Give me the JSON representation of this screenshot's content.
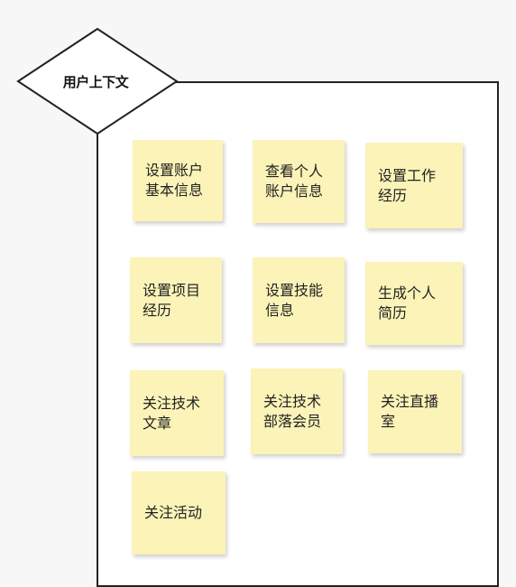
{
  "context": {
    "label": "用户上下文"
  },
  "notes": [
    {
      "text": "设置账户\n基本信息"
    },
    {
      "text": "查看个人\n账户信息"
    },
    {
      "text": "设置工作\n经历"
    },
    {
      "text": "设置项目\n经历"
    },
    {
      "text": "设置技能\n信息"
    },
    {
      "text": "生成个人\n简历"
    },
    {
      "text": "关注技术\n文章"
    },
    {
      "text": "关注技术\n部落会员"
    },
    {
      "text": "关注直播\n室"
    },
    {
      "text": "关注活动"
    }
  ],
  "colors": {
    "note_fill": "#fbf3b8",
    "border": "#222222"
  }
}
